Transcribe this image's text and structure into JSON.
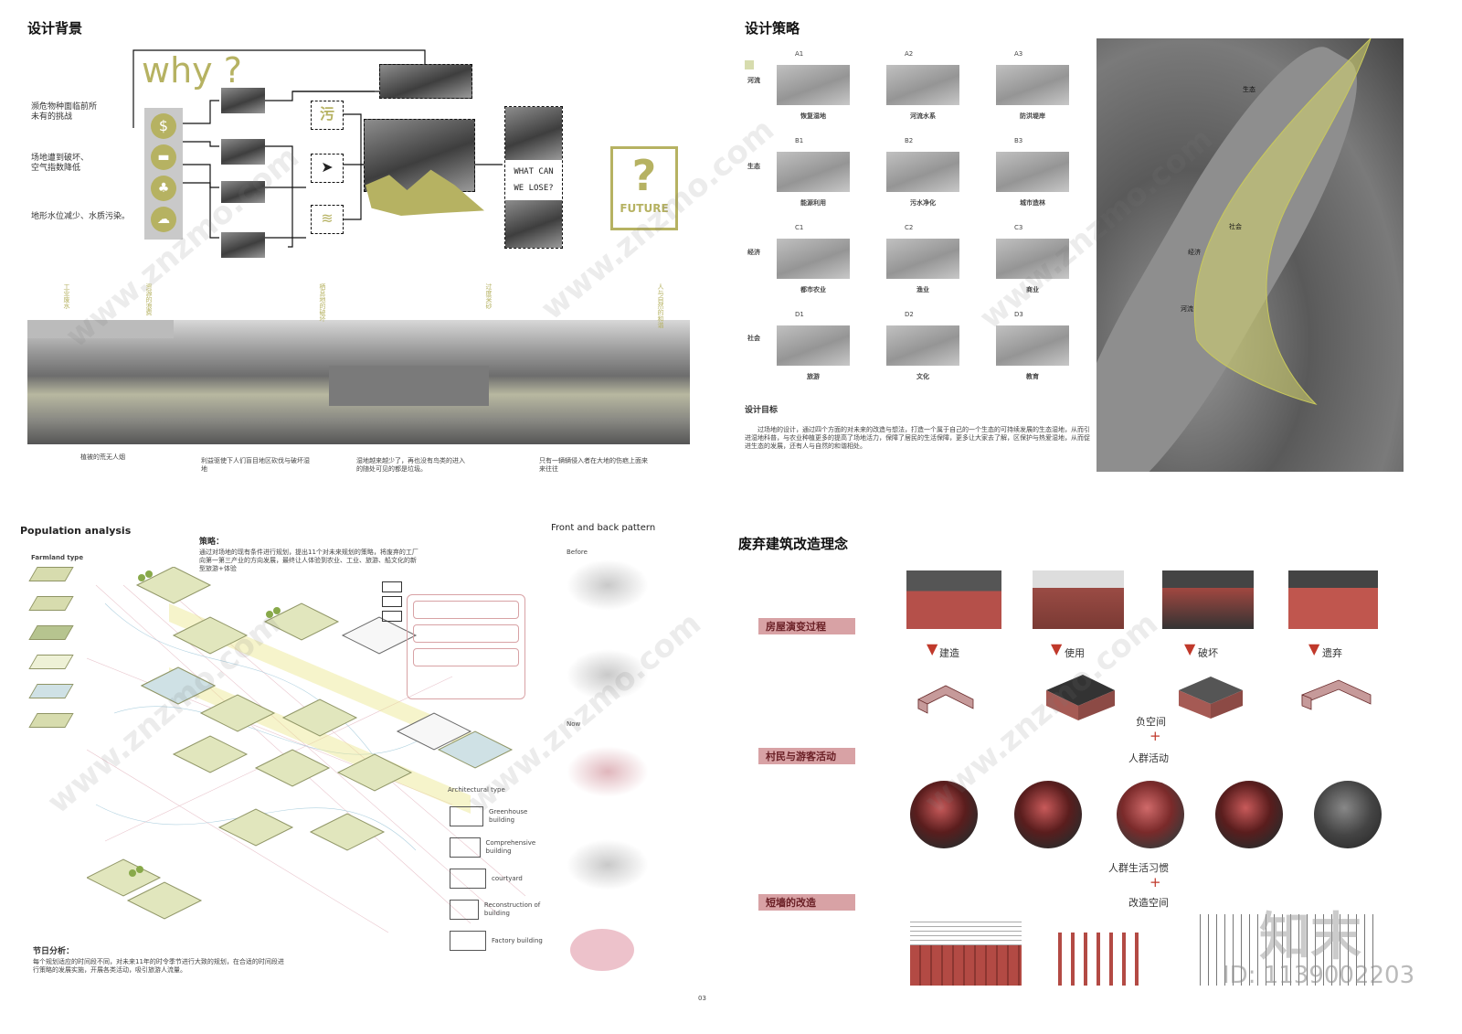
{
  "q1": {
    "title": "设计背景",
    "why": "why ?",
    "challenges": [
      "濒危物种面临前所未有的挑战",
      "场地遭到破坏、空气指数降低",
      "地形水位减少、水质污染。"
    ],
    "what_can": "WHAT CAN",
    "we_lose": "WE LOSE?",
    "future": "FUTURE",
    "vertical_labels": [
      "工业废水",
      "资源的浪费",
      "栖息地的破坏",
      "过度采砂",
      "人与自然的和谐"
    ],
    "captions": [
      "植被的荒无人烟",
      "利益驱使下人们盲目地区砍伐与破坏湿地",
      "湿地越来越少了，再也没有鸟类的进入的随处可见的都是垃圾。",
      "只有一辆辆侵入者在大地的伤疤上面来来往往"
    ]
  },
  "q2": {
    "title": "设计策略",
    "row_labels": [
      "河流",
      "生态",
      "经济",
      "社会"
    ],
    "cells": [
      {
        "code": "A1",
        "label": "恢复湿地"
      },
      {
        "code": "A2",
        "label": "河流水系"
      },
      {
        "code": "A3",
        "label": "防洪堤岸"
      },
      {
        "code": "B1",
        "label": "能源利用"
      },
      {
        "code": "B2",
        "label": "污水净化"
      },
      {
        "code": "B3",
        "label": "城市造林"
      },
      {
        "code": "C1",
        "label": "都市农业"
      },
      {
        "code": "C2",
        "label": "渔业"
      },
      {
        "code": "C3",
        "label": "商业"
      },
      {
        "code": "D1",
        "label": "旅游"
      },
      {
        "code": "D2",
        "label": "文化"
      },
      {
        "code": "D3",
        "label": "教育"
      }
    ],
    "goal_title": "设计目标",
    "goal_text": "过场地的设计，通过四个方面的对未来的改造与想法，打造一个属于自己的一个生态的可持续发展的生态湿地，从而引进湿地科普，与农业种植更多的提高了场地活力，保障了居民的生活保障，更多让大家去了解，区保护与热爱湿地，从而促进生态的发展，还有人与自然的和谐相处。",
    "map_labels": [
      "生态",
      "社会",
      "经济",
      "河流"
    ]
  },
  "q3": {
    "title": "Population analysis",
    "farmland_title": "Farmland type",
    "strategy_title": "策略：",
    "strategy_text": "通过对场地的现有条件进行规划，提出11个对未来规划的策略，将废弃的工厂向第一第三产业的方向发展，最终让人体验到农业、工业、旅游、船文化的新型旅游+体验",
    "arch_title": "Architectural type",
    "arch_types": [
      "Greenhouse building",
      "Comprehensive building",
      "courtyard",
      "Reconstruction of building",
      "Factory building"
    ],
    "festival_title": "节日分析：",
    "festival_text": "每个规划适应的时间段不同，对未来11年的时令季节进行大致的规划，在合适的时间段进行策略的发展实施，开展各类活动，吸引旅游人流量。",
    "pattern_title": "Front and back pattern",
    "before": "Before",
    "now": "Now",
    "page_num": "03"
  },
  "q4": {
    "title": "废弃建筑改造理念",
    "bars": [
      "房屋演变过程",
      "村民与游客活动",
      "短墙的改造"
    ],
    "stages": [
      "建造",
      "使用",
      "破坏",
      "遗弃"
    ],
    "neg_space": "负空间",
    "crowd": "人群活动",
    "habit": "人群生活习惯",
    "reform": "改造空间",
    "plus": "+"
  },
  "watermark": {
    "brand": "知末",
    "id": "ID: 1139002203",
    "site": "www.znzmo.com"
  },
  "colors": {
    "olive": "#b6b262",
    "pink": "#d8a2a5",
    "red": "#c0392b"
  }
}
